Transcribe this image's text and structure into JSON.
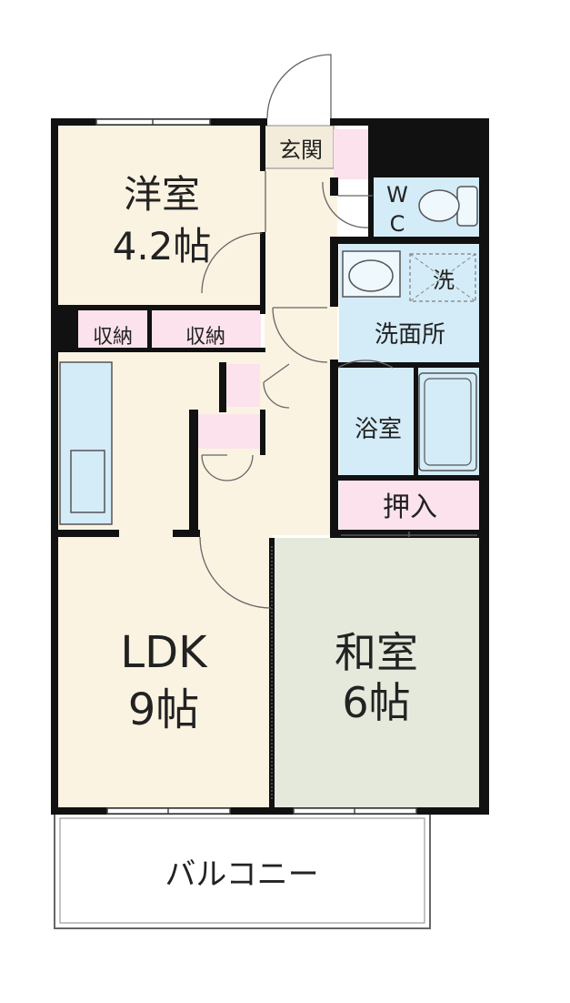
{
  "colors": {
    "wall": "#111111",
    "floor": "#fbf3e2",
    "wet": "#d4ecf8",
    "tatami": "#e4e9dc",
    "storage": "#fbe2ec",
    "balcony": "#ffffff",
    "line": "#666666"
  },
  "rooms": {
    "western": {
      "name": "洋室",
      "size": "4.2帖"
    },
    "storage_left": {
      "name": "収納"
    },
    "storage_right": {
      "name": "収納"
    },
    "entrance": {
      "name": "玄関"
    },
    "wc": {
      "name_top": "W",
      "name_bottom": "C"
    },
    "washer": {
      "name": "洗"
    },
    "washroom": {
      "name": "洗面所"
    },
    "bath": {
      "name": "浴室"
    },
    "closet": {
      "name": "押入"
    },
    "ldk": {
      "name": "LDK",
      "size": "9帖"
    },
    "japanese": {
      "name": "和室",
      "size": "6帖"
    },
    "balcony": {
      "name": "バルコニー"
    }
  }
}
